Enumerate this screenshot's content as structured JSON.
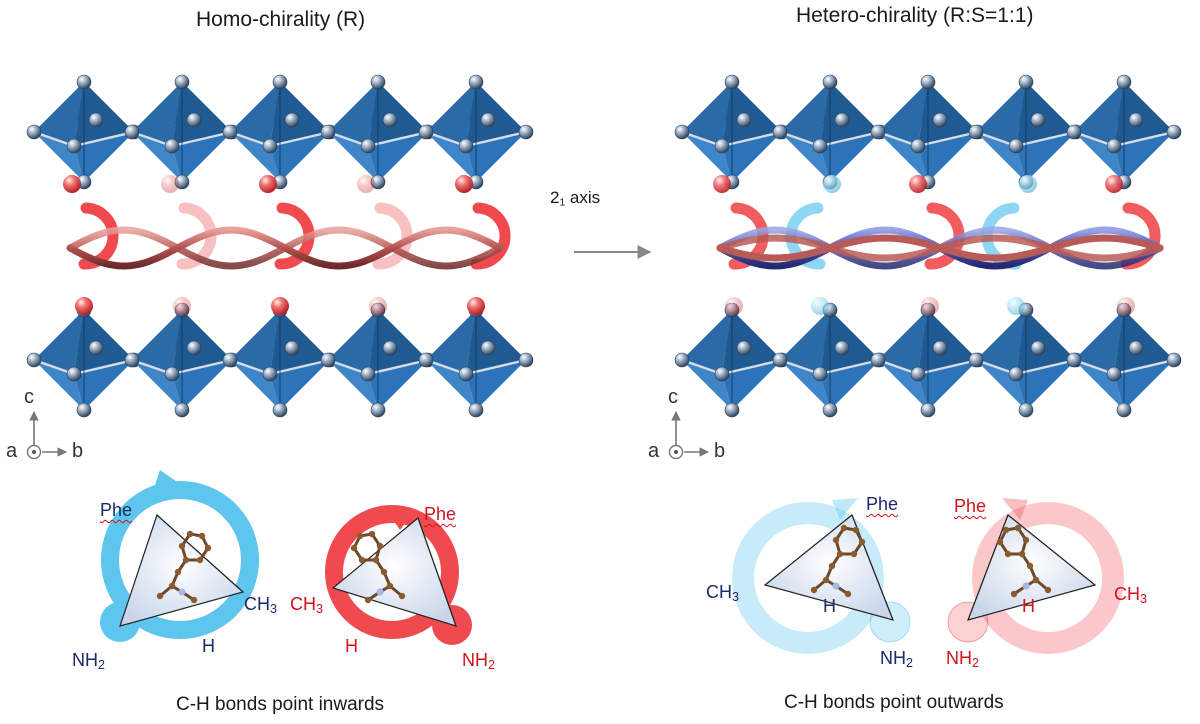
{
  "panels": {
    "left": {
      "title": "Homo-chirality (R)",
      "caption": "C-H bonds point inwards"
    },
    "right": {
      "title": "Hetero-chirality (R:S=1:1)",
      "caption": "C-H bonds point outwards"
    }
  },
  "transition": {
    "label_main": "2",
    "label_sub": "1",
    "label_tail": " axis"
  },
  "axes": {
    "c": "c",
    "a": "a",
    "b": "b"
  },
  "molecules": {
    "phe": "Phe",
    "ch": "CH",
    "ch_sub": "3",
    "nh": "NH",
    "nh_sub": "2",
    "h": "H"
  },
  "colors": {
    "octahedron_dark": "#1b4f80",
    "octahedron_light": "#3f86c8",
    "atom": "#7b8fa6",
    "helix_red": "#b85a57",
    "helix_blue": "#4a55a8",
    "chirality_R": "#ef4a4e",
    "chirality_S": "#5ec6ee",
    "label_navy": "#1b2a6b",
    "label_red": "#d0131b",
    "arrow": "#888888"
  }
}
